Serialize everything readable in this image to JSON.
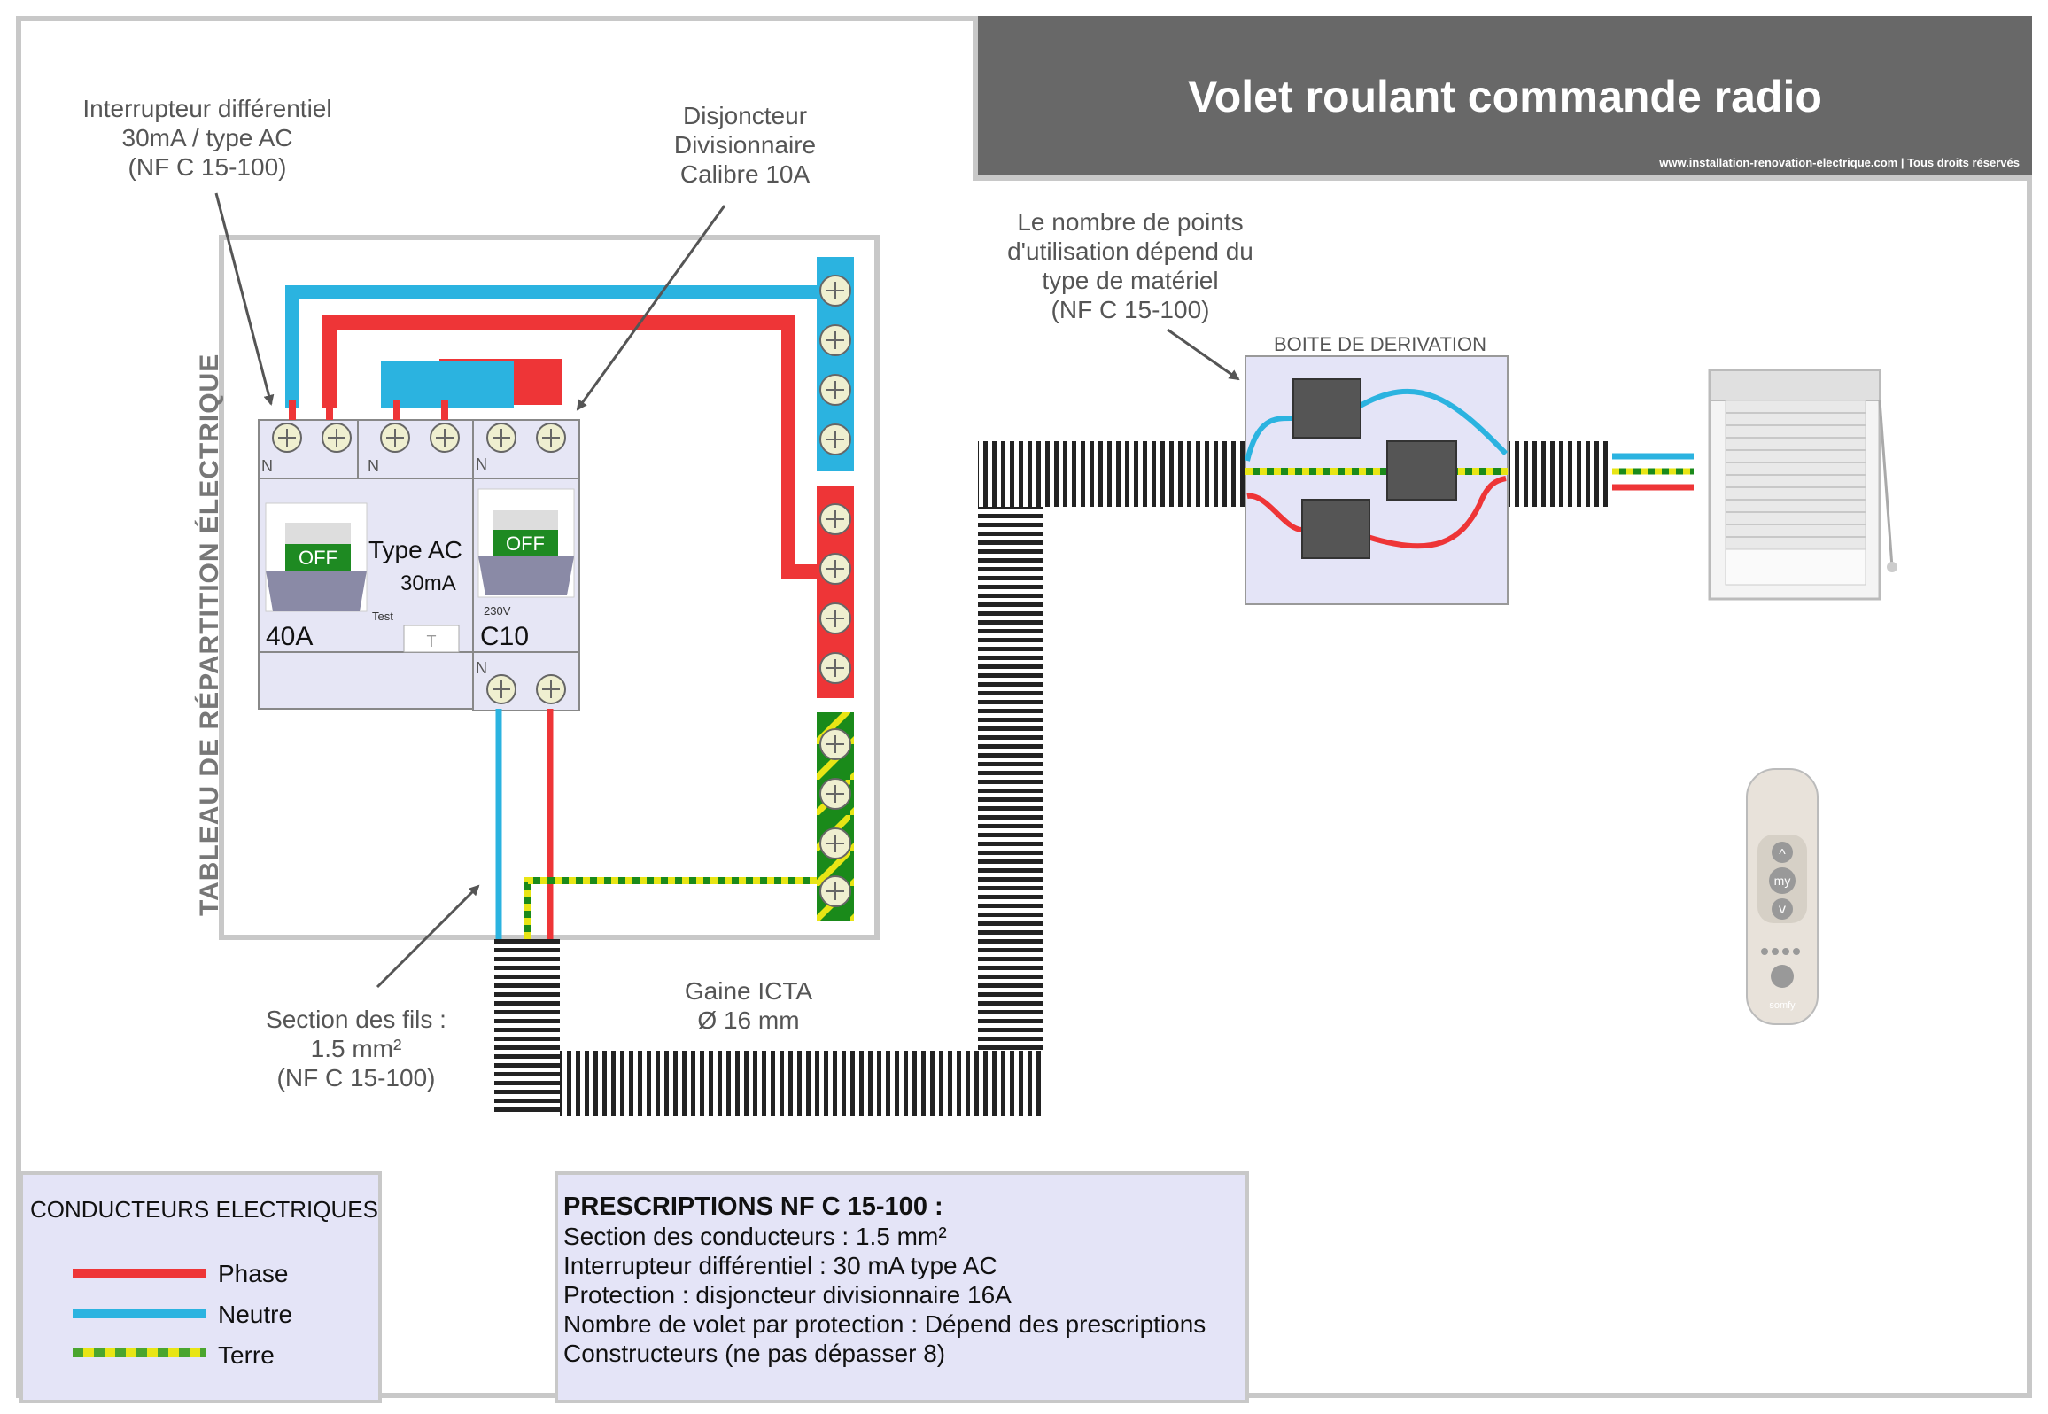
{
  "header": {
    "title": "Volet roulant commande radio",
    "copyright": "www.installation-renovation-electrique.com | Tous droits réservés"
  },
  "panel": {
    "vertical_label": "TABLEAU  DE RÉPARTITION ÉLECTRIQUE"
  },
  "annotations": {
    "differential": [
      "Interrupteur différentiel",
      "30mA / type AC",
      "(NF C 15-100)"
    ],
    "breaker": [
      "Disjoncteur",
      "Divisionnaire",
      "Calibre 10A"
    ],
    "points": [
      "Le nombre de points",
      "d'utilisation dépend du",
      "type de matériel",
      "(NF C 15-100)"
    ],
    "section": [
      "Section des fils :",
      "1.5 mm²",
      "(NF C 15-100)"
    ],
    "conduit": [
      "Gaine ICTA",
      "Ø 16 mm"
    ],
    "junction_box": "BOITE DE DERIVATION"
  },
  "differential_switch": {
    "n_labels": [
      "N",
      "N"
    ],
    "off": "OFF",
    "type": "Type AC",
    "sensitivity": "30mA",
    "rating": "40A",
    "test": "Test",
    "test_button": "T"
  },
  "breaker_device": {
    "n_top": "N",
    "off": "OFF",
    "voltage": "230V",
    "rating": "C10",
    "n_bottom": "N"
  },
  "remote": {
    "up": "^",
    "my": "my",
    "down": "v",
    "brand": "somfy"
  },
  "legend": {
    "title": "CONDUCTEURS ELECTRIQUES",
    "items": [
      {
        "label": "Phase",
        "color": "#ee3537"
      },
      {
        "label": "Neutre",
        "color": "#2bb3e0"
      },
      {
        "label": "Terre",
        "color": "#4aa52e",
        "dash": "#e8e515"
      }
    ]
  },
  "prescriptions": {
    "title": "PRESCRIPTIONS NF C 15-100 :",
    "lines": [
      "Section des conducteurs : 1.5 mm²",
      "Interrupteur différentiel : 30 mA type AC",
      "Protection : disjoncteur divisionnaire 16A",
      "Nombre de volet par protection : Dépend des prescriptions",
      "Constructeurs (ne pas dépasser 8)"
    ]
  },
  "colors": {
    "phase": "#ee3537",
    "neutral": "#2bb3e0",
    "earth_green": "#1a8a1a",
    "earth_yellow": "#e8e515",
    "header_bg": "#686868",
    "box_bg": "#e4e4f7",
    "device_bg": "#e6e6f5"
  }
}
